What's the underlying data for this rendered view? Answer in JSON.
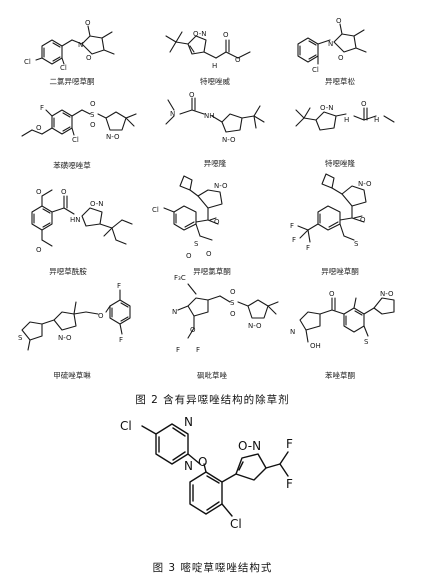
{
  "figure2": {
    "caption": "图 2   含有异噁唑结构的除草剂",
    "compounds": [
      "二氯异噁草酮",
      "特噁唑威",
      "异噁草松",
      "苯磺噁唑草",
      "异噁隆",
      "特噁唑隆",
      "异噁草酰胺",
      "异噁氯草酮",
      "异噁唑草酮",
      "甲硫唑草啉",
      "砜吡草唑",
      "苯唑草酮"
    ]
  },
  "figure3": {
    "caption": "图 3   嘧啶草噁唑结构式"
  },
  "atoms": {
    "O": "O",
    "N": "N",
    "Cl": "Cl",
    "F": "F",
    "S": "S",
    "NH": "NH",
    "HN": "HN",
    "H": "H",
    "NO": "N-O",
    "ON": "O-N",
    "OH": "OH",
    "CF3": "F₃C",
    "CF3b": "F"
  }
}
